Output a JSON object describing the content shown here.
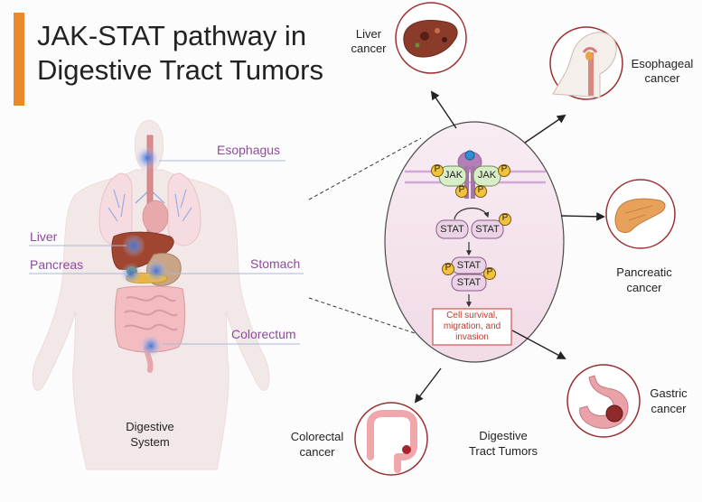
{
  "title": {
    "line1": "JAK-STAT pathway in",
    "line2": "Digestive Tract Tumors"
  },
  "accent_color": "#e8892c",
  "organ_labels": {
    "esophagus": "Esophagus",
    "liver": "Liver",
    "pancreas": "Pancreas",
    "stomach": "Stomach",
    "colorectum": "Colorectum"
  },
  "digestive_system": {
    "line1": "Digestive",
    "line2": "System"
  },
  "pathway": {
    "jak": "JAK",
    "stat": "STAT",
    "p": "P",
    "outcome": {
      "line1": "Cell  survival,",
      "line2": "migration, and",
      "line3": "invasion"
    }
  },
  "cancers": {
    "liver": {
      "line1": "Liver",
      "line2": "cancer"
    },
    "esophageal": {
      "line1": "Esophageal",
      "line2": "cancer"
    },
    "pancreatic": {
      "line1": "Pancreatic",
      "line2": "cancer"
    },
    "gastric": {
      "line1": "Gastric",
      "line2": "cancer"
    },
    "colorectal": {
      "line1": "Colorectal",
      "line2": "cancer"
    }
  },
  "digestive_tract_tumors": {
    "line1": "Digestive",
    "line2": "Tract Tumors"
  }
}
